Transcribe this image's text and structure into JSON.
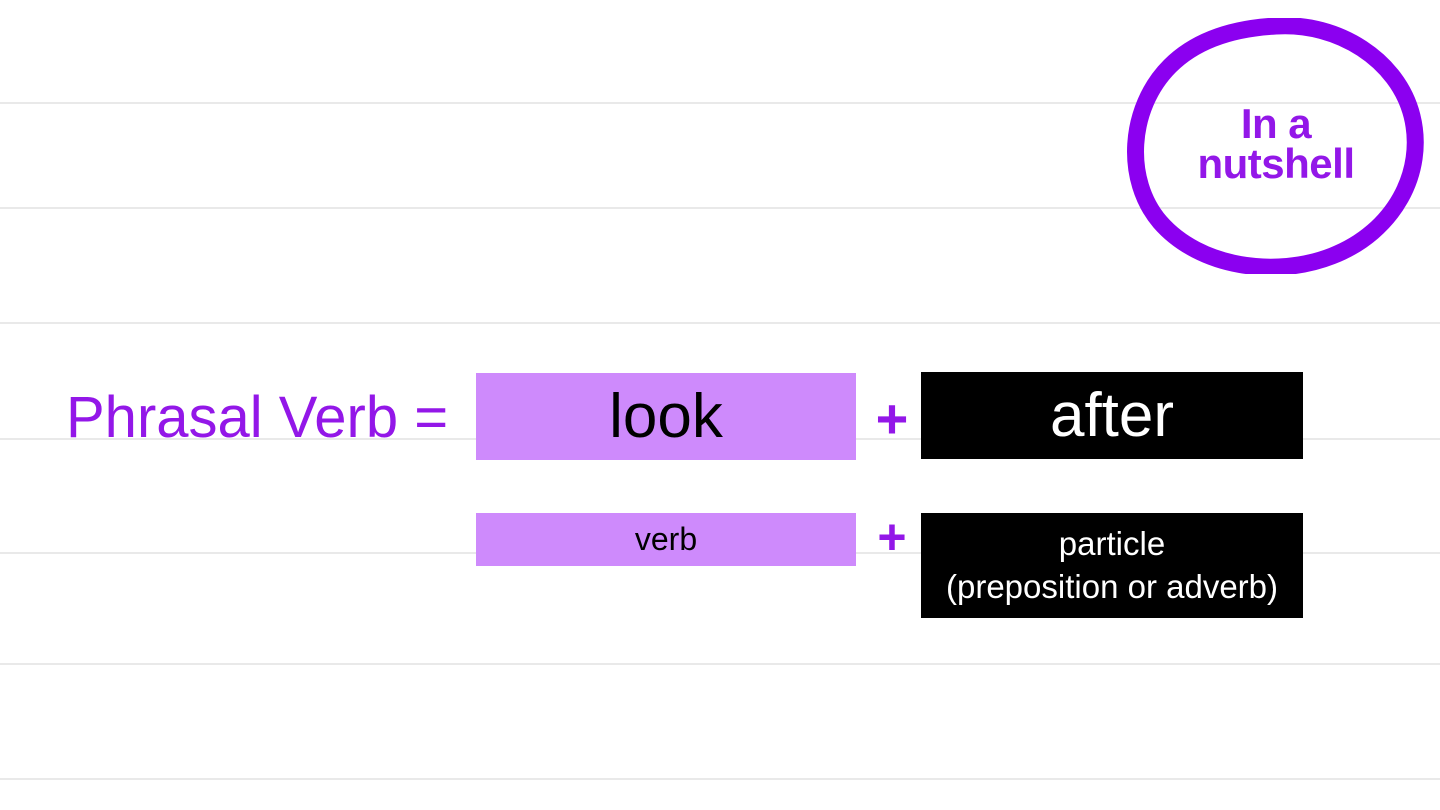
{
  "slide": {
    "background_color": "#ffffff",
    "accent_purple": "#9317e8",
    "fill_lavender": "#ce8afc",
    "fill_black": "#000000",
    "rule_color": "#e9e9e9",
    "rule_positions": [
      102,
      207,
      322,
      438,
      552,
      663,
      778
    ]
  },
  "badge": {
    "name": "in-a-nutshell-badge",
    "text": "In a\nnutshell",
    "shape": "hand-drawn-ellipse",
    "stroke_color": "#8b00f0",
    "text_color": "#9317e8"
  },
  "equation": {
    "label": "Phrasal Verb =",
    "label_color": "#9317e8",
    "operator": "+",
    "operator_color": "#9317e8",
    "terms": [
      {
        "name": "verb-term",
        "example": "look",
        "part_of_speech": "verb",
        "fill": "#ce8afc",
        "text_color": "#000000"
      },
      {
        "name": "particle-term",
        "example": "after",
        "part_of_speech": "particle\n(preposition or adverb)",
        "fill": "#000000",
        "text_color": "#ffffff"
      }
    ]
  }
}
